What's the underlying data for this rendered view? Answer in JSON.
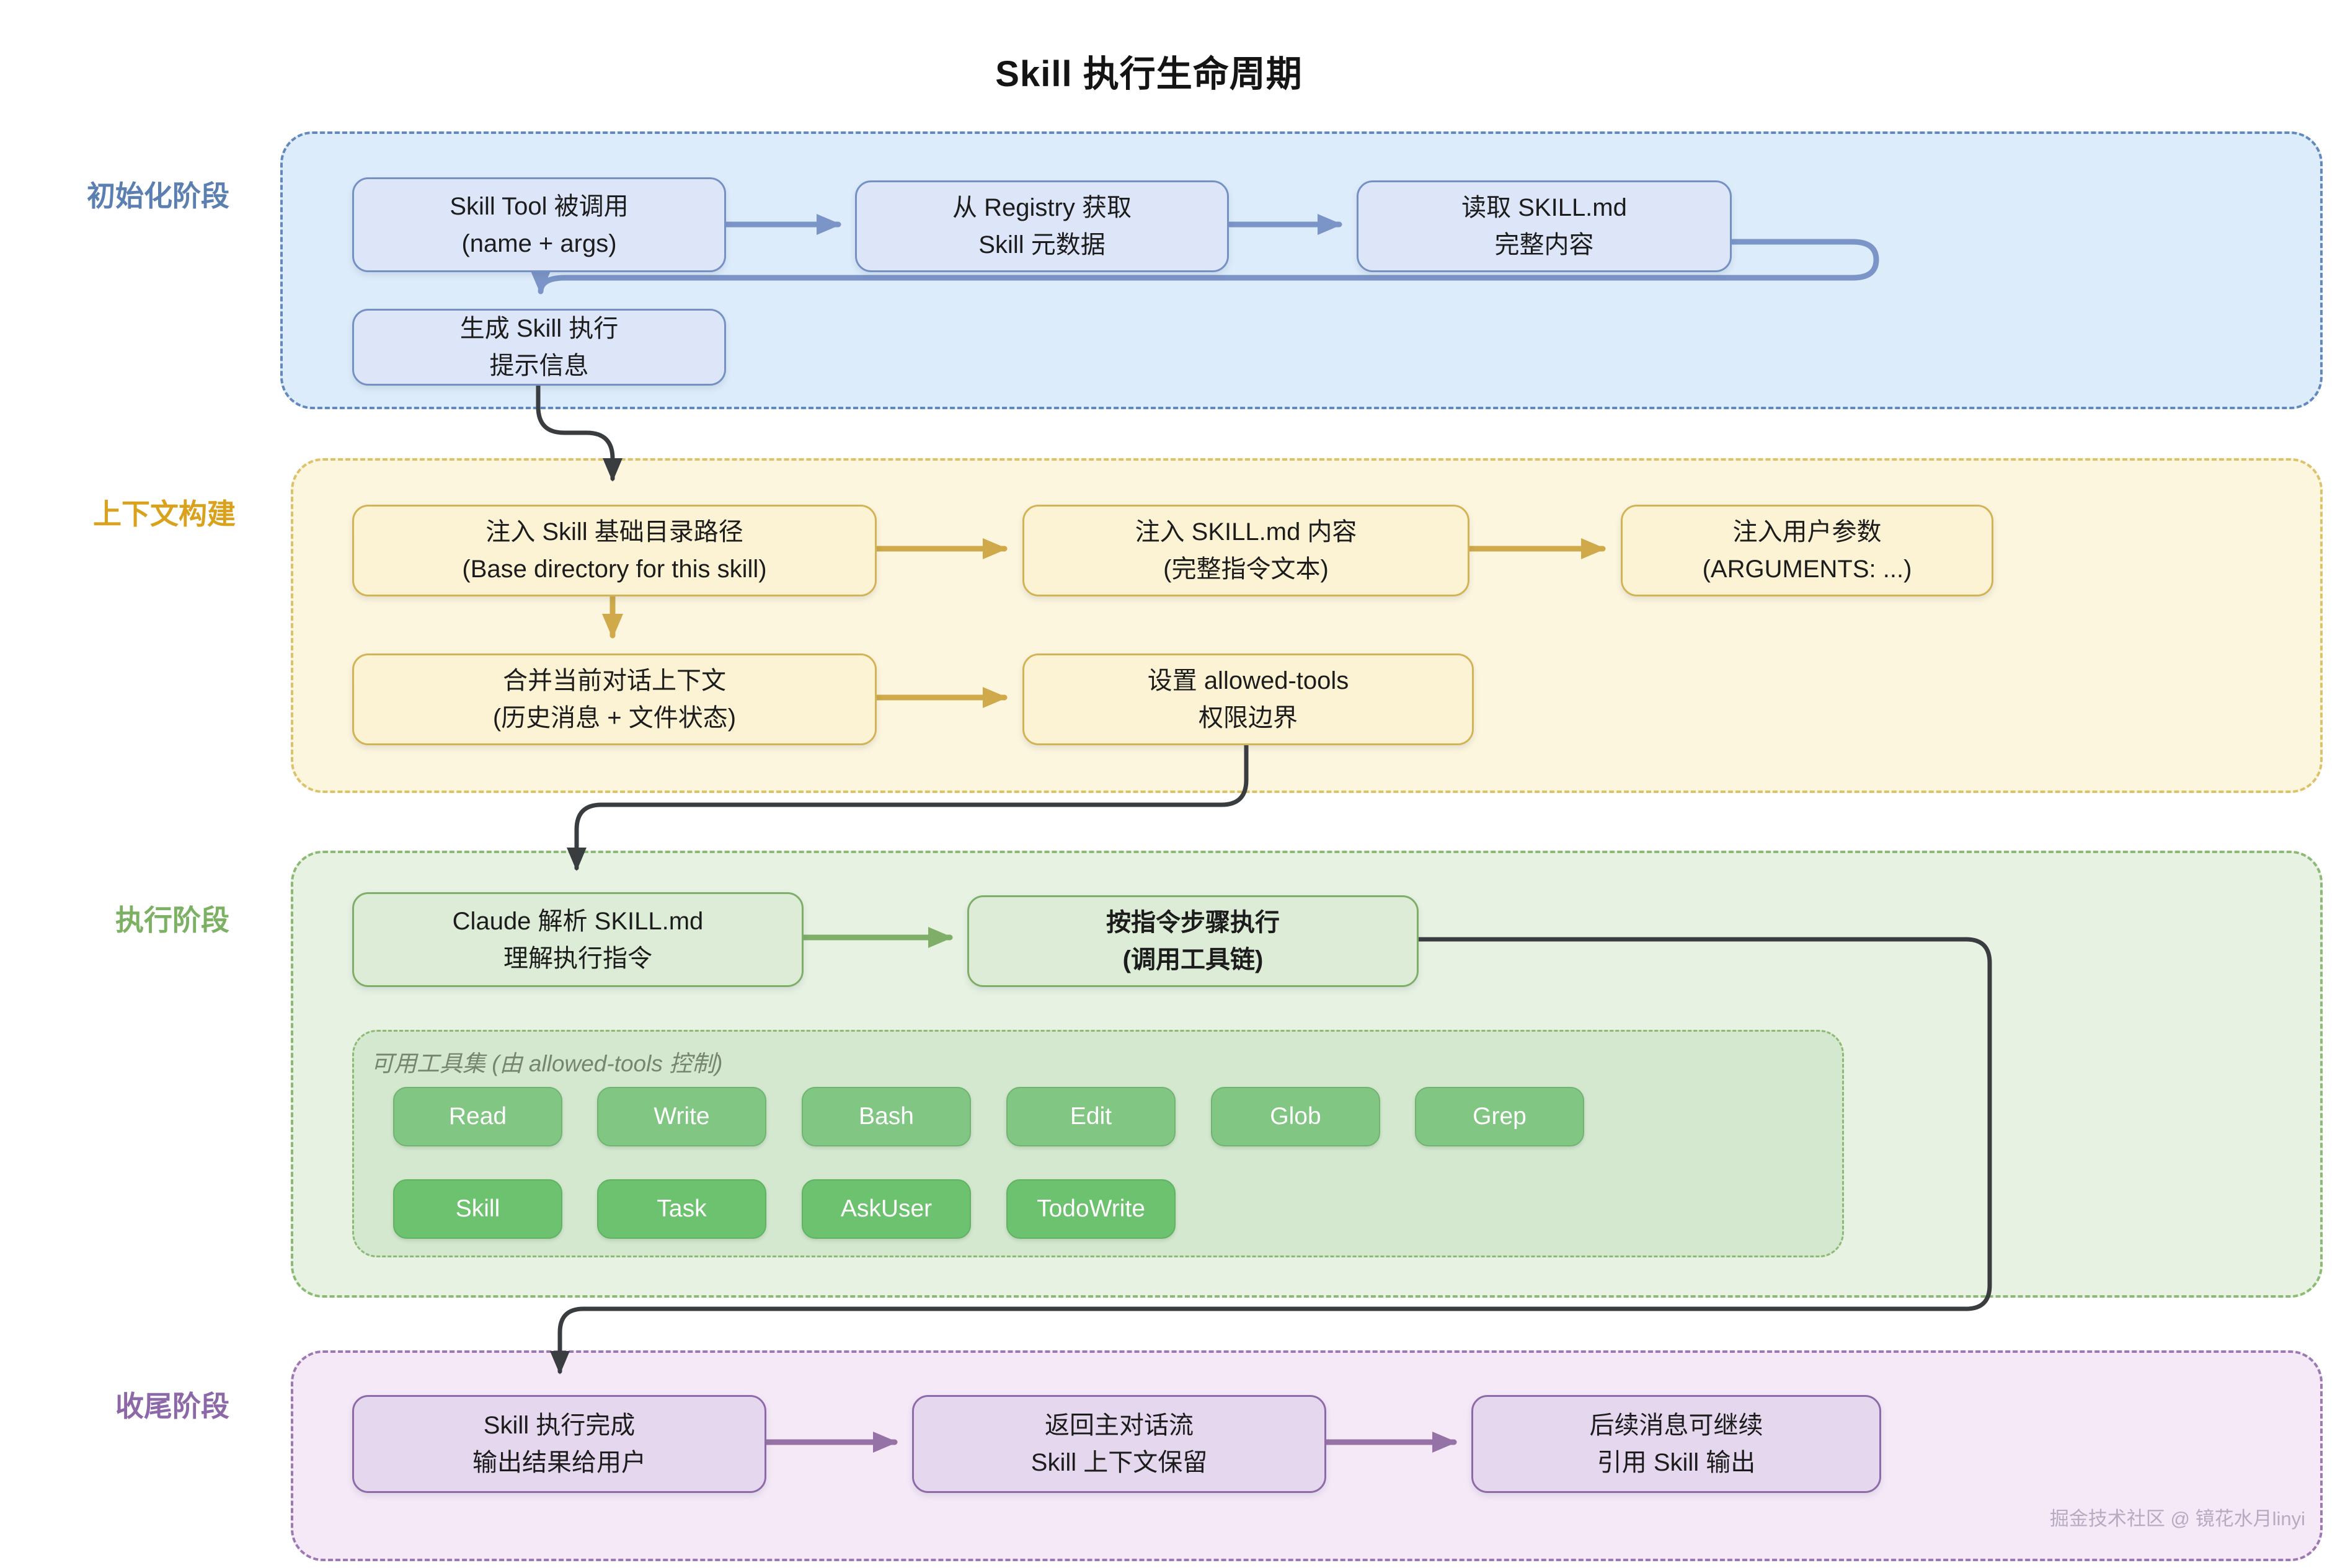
{
  "title": "Skill 执行生命周期",
  "watermark": "掘金技术社区 @ 镜花水月linyi",
  "colors": {
    "init_accent": "#5a7fb0",
    "context_accent": "#d9a11c",
    "execution_accent": "#7cb163",
    "closing_accent": "#8d68a8",
    "connector_black": "#3a3d40",
    "blue_arrow": "#7b95c8",
    "yellow_arrow": "#cfa94a",
    "green_arrow": "#7fae69",
    "purple_arrow": "#9673a6"
  },
  "sections": {
    "init": {
      "label": "初始化阶段",
      "boxes": {
        "skill_tool_called": {
          "line1": "Skill Tool 被调用",
          "line2": "(name + args)"
        },
        "registry_fetch": {
          "line1": "从 Registry 获取",
          "line2": "Skill 元数据"
        },
        "read_skill_md": {
          "line1": "读取 SKILL.md",
          "line2": "完整内容"
        },
        "generate_prompt": {
          "line1": "生成 Skill 执行",
          "line2": "提示信息"
        }
      }
    },
    "context": {
      "label": "上下文构建",
      "boxes": {
        "inject_base_dir": {
          "line1": "注入 Skill 基础目录路径",
          "line2": "(Base directory for this skill)"
        },
        "inject_skill_md": {
          "line1": "注入 SKILL.md 内容",
          "line2": "(完整指令文本)"
        },
        "inject_args": {
          "line1": "注入用户参数",
          "line2": "(ARGUMENTS: ...)"
        },
        "merge_context": {
          "line1": "合并当前对话上下文",
          "line2": "(历史消息 + 文件状态)"
        },
        "set_allowed_tools": {
          "line1": "设置 allowed-tools",
          "line2": "权限边界"
        }
      }
    },
    "execution": {
      "label": "执行阶段",
      "boxes": {
        "parse_skill_md": {
          "line1": "Claude 解析 SKILL.md",
          "line2": "理解执行指令"
        },
        "run_steps": {
          "line1": "按指令步骤执行",
          "line2": "(调用工具链)"
        }
      },
      "toolset": {
        "label": "可用工具集 (由 allowed-tools 控制)",
        "row1": [
          "Read",
          "Write",
          "Bash",
          "Edit",
          "Glob",
          "Grep"
        ],
        "row2": [
          "Skill",
          "Task",
          "AskUser",
          "TodoWrite"
        ]
      }
    },
    "closing": {
      "label": "收尾阶段",
      "boxes": {
        "exec_complete": {
          "line1": "Skill 执行完成",
          "line2": "输出结果给用户"
        },
        "return_main": {
          "line1": "返回主对话流",
          "line2": "Skill 上下文保留"
        },
        "followup": {
          "line1": "后续消息可继续",
          "line2": "引用 Skill 输出"
        }
      }
    }
  }
}
